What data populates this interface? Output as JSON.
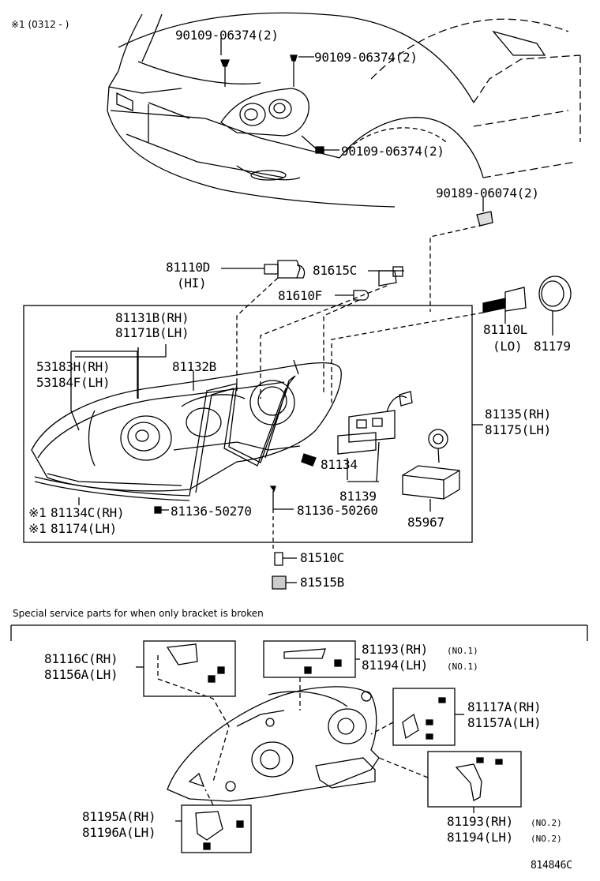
{
  "header_note": "※1 (0312 -    )",
  "diagram_id": "814846C",
  "section_note": "Special service parts for when only bracket is broken",
  "parts": {
    "bolt_top_left": "90109-06374(2)",
    "bolt_top_right": "90109-06374(2)",
    "bolt_lower": "90109-06374(2)",
    "clip": "90189-06074(2)",
    "bulb_hi": "81110D",
    "bulb_hi_note": "(HI)",
    "socket": "81615C",
    "bulb_small": "81610F",
    "bulb_lo": "81110L",
    "bulb_lo_note": "(LO)",
    "cap": "81179",
    "unit_rh_a": "81131B(RH)",
    "unit_lh_a": "81171B(LH)",
    "lens_rh": "53183H(RH)",
    "lens_lh": "53184F(LH)",
    "bracket_132": "81132B",
    "assy_rh": "81135(RH)",
    "assy_lh": "81175(LH)",
    "part_81134": "81134",
    "part_81139": "81139",
    "ballast": "85967",
    "mark1": "※1",
    "mark2": "※1",
    "gasket_rh": "81134C(RH)",
    "gasket_lh": "81174(LH)",
    "screw_a": "81136-50270",
    "screw_b": "81136-50260",
    "bulb_side": "81510C",
    "socket_side": "81515B",
    "br_116_rh": "81116C(RH)",
    "br_156_lh": "81156A(LH)",
    "br_193_rh_1": "81193(RH)",
    "br_194_lh_1": "81194(LH)",
    "no1_a": "(NO.1)",
    "no1_b": "(NO.1)",
    "br_117_rh": "81117A(RH)",
    "br_157_lh": "81157A(LH)",
    "br_195_rh": "81195A(RH)",
    "br_196_lh": "81196A(LH)",
    "br_193_rh_2": "81193(RH)",
    "br_194_lh_2": "81194(LH)",
    "no2_a": "(NO.2)",
    "no2_b": "(NO.2)"
  }
}
